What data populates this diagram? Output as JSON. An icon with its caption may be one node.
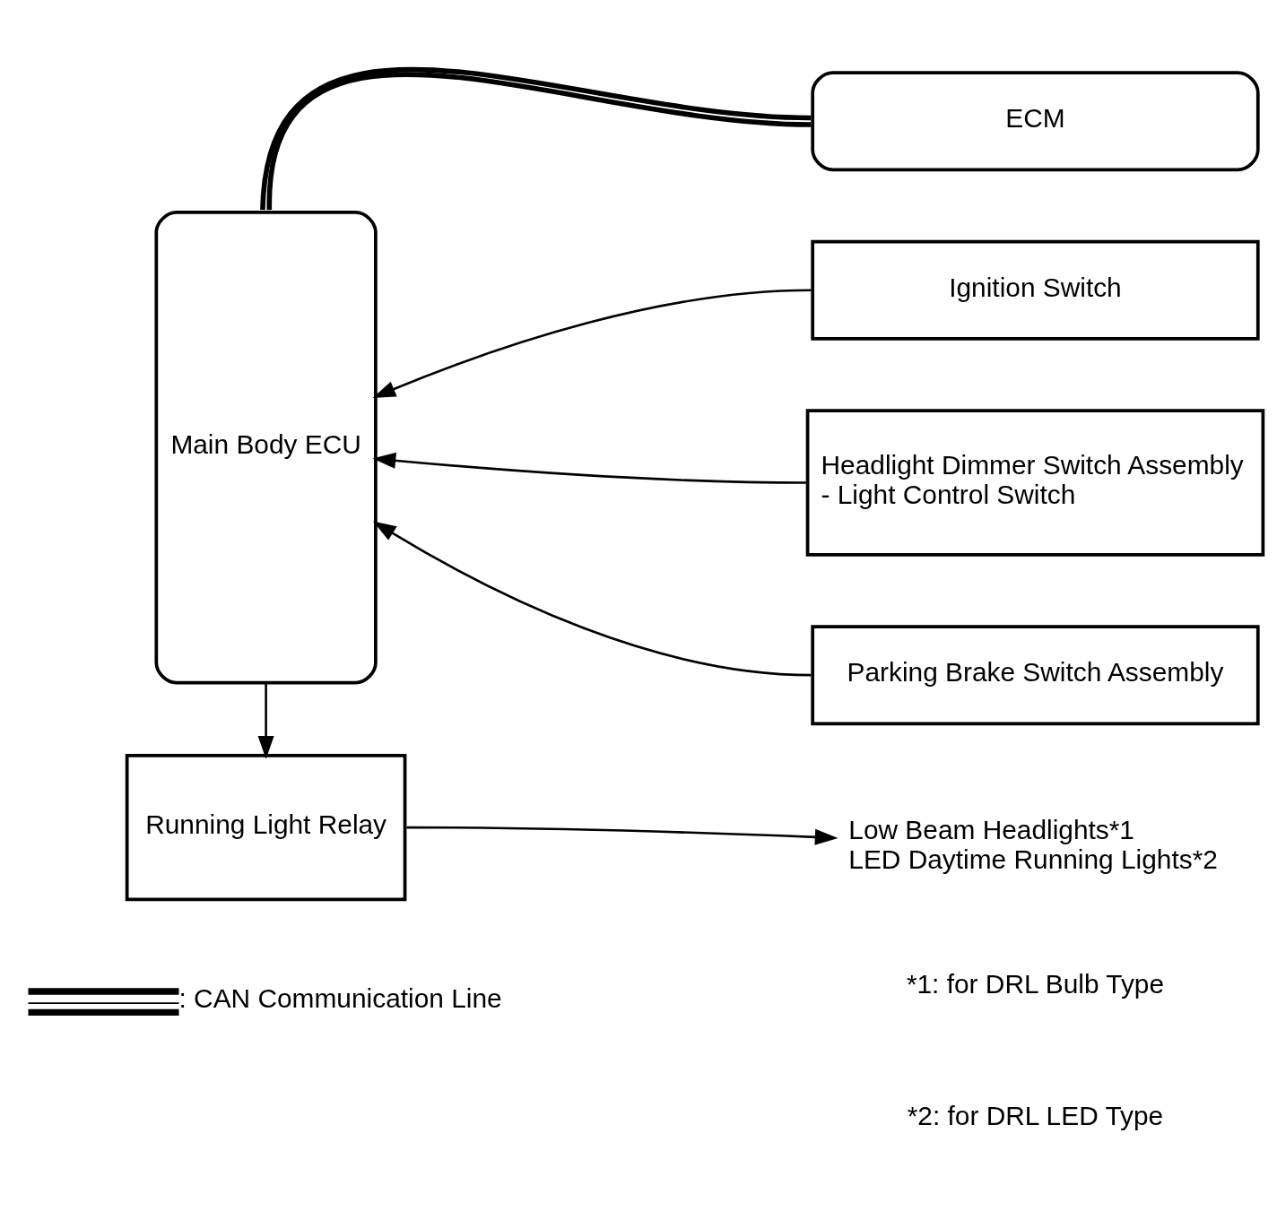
{
  "diagram": {
    "nodes": [
      {
        "text": [
          "ECM"
        ]
      },
      {
        "text": [
          "Main Body ECU"
        ]
      },
      {
        "text": [
          "Ignition Switch"
        ]
      },
      {
        "text": [
          "Headlight Dimmer Switch Assembly",
          "- Light Control Switch"
        ]
      },
      {
        "text": [
          "Parking Brake Switch Assembly"
        ]
      },
      {
        "text": [
          "Running Light Relay"
        ]
      },
      {
        "text": [
          "Low Beam Headlights*1",
          "LED Daytime Running Lights*2"
        ]
      }
    ],
    "edges": [
      {
        "from": 0,
        "to": 1,
        "arrow": "none",
        "style": "thick"
      },
      {
        "from": 2,
        "to": 1,
        "arrow": "to"
      },
      {
        "from": 3,
        "to": 1,
        "arrow": "to"
      },
      {
        "from": 4,
        "to": 1,
        "arrow": "to"
      },
      {
        "from": 1,
        "to": 5,
        "arrow": "to"
      },
      {
        "from": 5,
        "to": 6,
        "arrow": "to"
      }
    ],
    "labels": [
      "*1: for DRL Bulb Type",
      "*2: for DRL LED Type"
    ],
    "legend": [
      {
        "text": ": CAN Communication Line"
      }
    ]
  }
}
